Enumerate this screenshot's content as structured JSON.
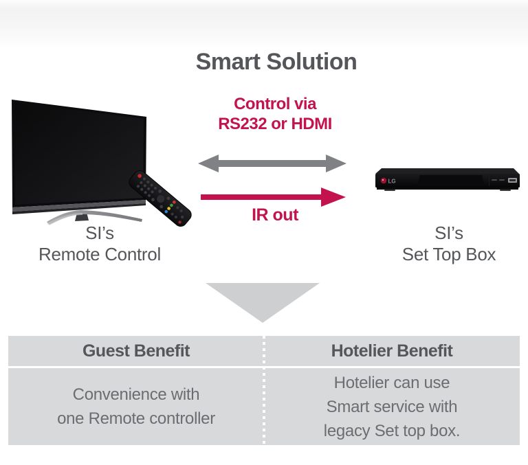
{
  "page": {
    "title": "Smart Solution"
  },
  "connection": {
    "top_label_line1": "Control via",
    "top_label_line2": "RS232 or HDMI",
    "bottom_label": "IR out"
  },
  "devices": {
    "left": {
      "label_line1": "SI’s",
      "label_line2": "Remote Control"
    },
    "right": {
      "label_line1": "SI’s",
      "label_line2": "Set Top Box",
      "logo": "LG"
    }
  },
  "benefits_table": {
    "columns": [
      {
        "header": "Guest Benefit",
        "lines": [
          "Convenience with",
          "one Remote controller",
          ""
        ]
      },
      {
        "header": "Hotelier Benefit",
        "lines": [
          "Hotelier can use",
          "Smart service with",
          "legacy Set top box."
        ]
      }
    ]
  },
  "colors": {
    "accent_red": "#c3134e",
    "arrow_gray": "#7f8184",
    "text_dark": "#54565a",
    "text_body": "#6c6d70",
    "table_bg": "#d8d9da",
    "triangle_gray": "#cdcfd1"
  }
}
